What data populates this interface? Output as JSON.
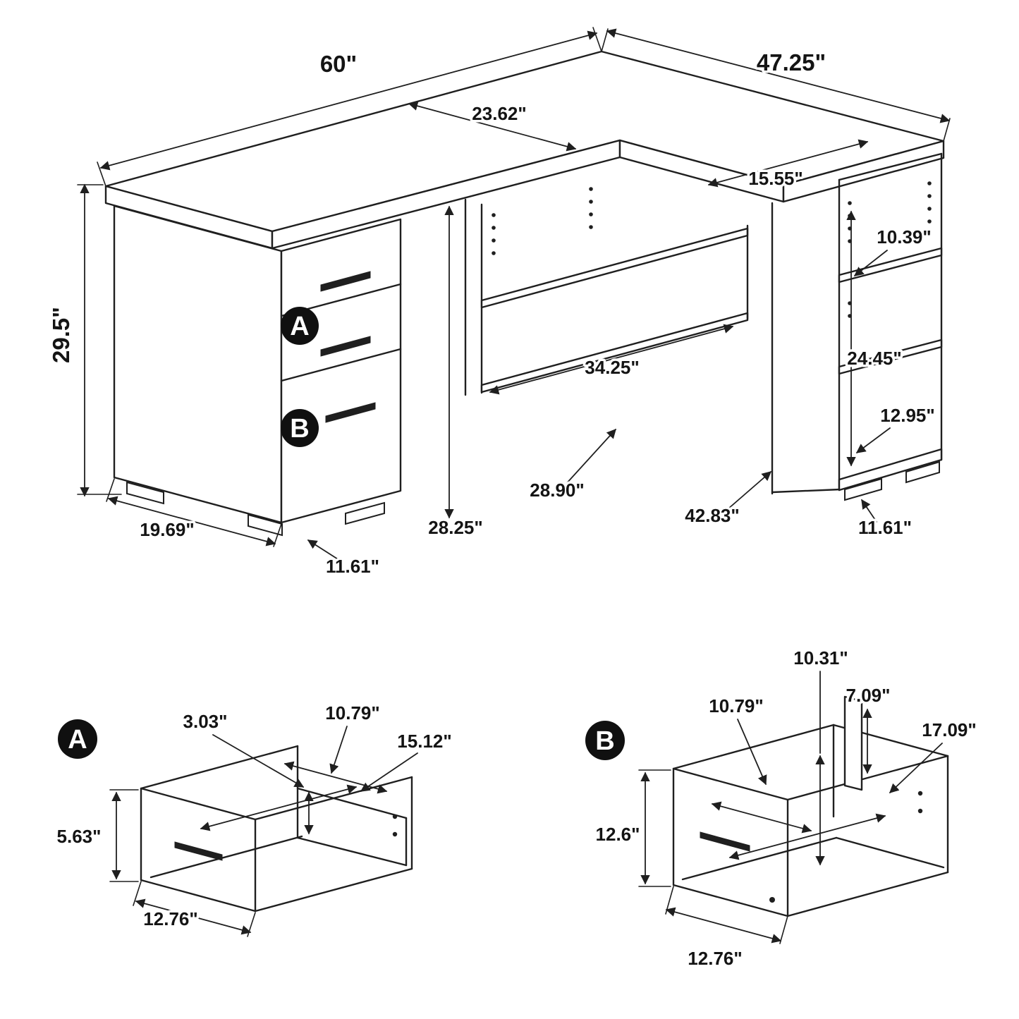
{
  "colors": {
    "line": "#1f1f1f",
    "background": "#ffffff",
    "badge": "#101010",
    "badge_text": "#ffffff"
  },
  "main_view": {
    "badges": {
      "a": "A",
      "b": "B"
    },
    "dims": {
      "desk_width": "60\"",
      "wing_length": "47.25\"",
      "desk_depth": "23.62\"",
      "wing_depth": "15.55\"",
      "desk_height": "29.5\"",
      "shelf_depth": "10.39\"",
      "shelf_column_height": "24.45\"",
      "shelf_gap": "12.95\"",
      "cubby_width": "34.25\"",
      "cubby_diagonal": "28.90\"",
      "clearance_height": "28.25\"",
      "wing_clearance": "42.83\"",
      "right_foot_depth": "11.61\"",
      "pedestal_depth": "19.69\"",
      "left_foot_depth": "11.61\""
    }
  },
  "drawer_a": {
    "badge": "A",
    "dims": {
      "back_height": "3.03\"",
      "inner_width": "10.79\"",
      "inner_depth": "15.12\"",
      "front_height": "5.63\"",
      "front_width": "12.76\""
    }
  },
  "drawer_b": {
    "badge": "B",
    "dims": {
      "inner_height": "10.31\"",
      "inner_width": "10.79\"",
      "rail_height": "7.09\"",
      "inner_depth": "17.09\"",
      "front_height": "12.6\"",
      "front_width": "12.76\""
    }
  }
}
